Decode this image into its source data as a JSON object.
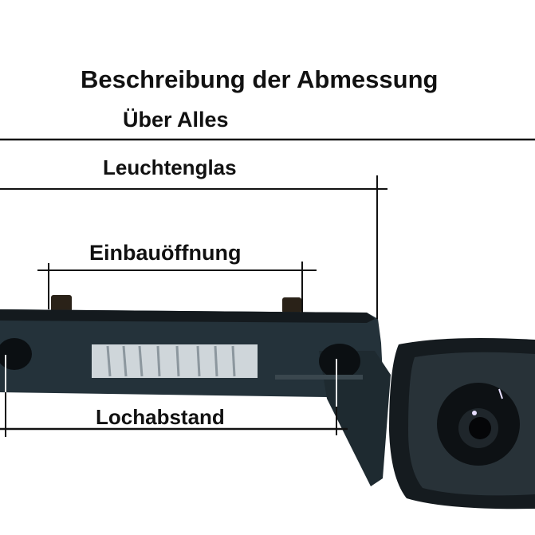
{
  "diagram": {
    "title": "Beschreibung der Abmessung",
    "dimensions": {
      "overall": "Über Alles",
      "lens_glass": "Leuchtenglas",
      "mounting_opening": "Einbauöffnung",
      "hole_spacing": "Lochabstand"
    }
  },
  "colors": {
    "body": "#24323a",
    "body_dark": "#141a1e",
    "line": "#111111",
    "background": "#ffffff"
  }
}
